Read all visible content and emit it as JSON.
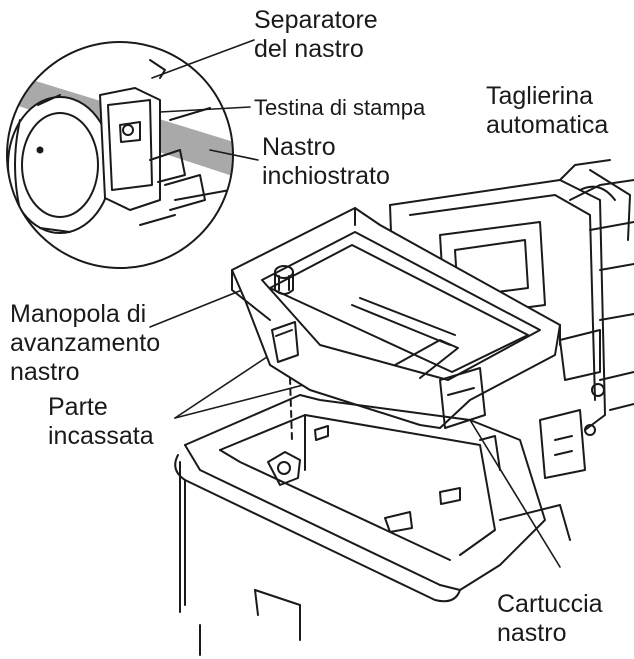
{
  "labels": {
    "ribbon_separator": [
      "Separatore",
      "del nastro"
    ],
    "print_head": [
      "Testina di stampa"
    ],
    "ink_ribbon": [
      "Nastro",
      "inchiostrato"
    ],
    "auto_cutter": [
      "Taglierina",
      "automatica"
    ],
    "feed_knob": [
      "Manopola di",
      "avanzamento",
      "nastro"
    ],
    "recessed_part": [
      "Parte",
      "incassata"
    ],
    "ribbon_cartridge": [
      "Cartuccia",
      "nastro"
    ]
  },
  "colors": {
    "ink": "#1a1a1a",
    "ribbon_band": "#a9a9a9",
    "background": "#ffffff"
  }
}
